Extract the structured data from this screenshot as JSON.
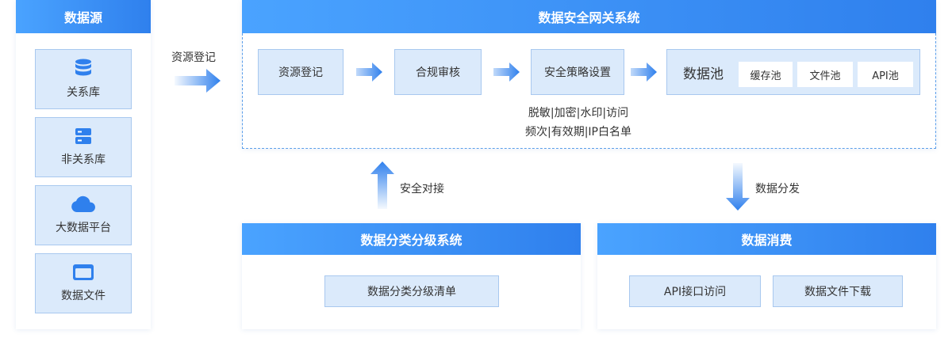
{
  "data_source": {
    "title": "数据源",
    "items": [
      {
        "label": "关系库",
        "icon": "database-icon"
      },
      {
        "label": "非关系库",
        "icon": "server-icon"
      },
      {
        "label": "大数据平台",
        "icon": "cloud-icon"
      },
      {
        "label": "数据文件",
        "icon": "folder-icon"
      }
    ]
  },
  "register_arrow_label": "资源登记",
  "gateway": {
    "title": "数据安全网关系统",
    "steps": [
      "资源登记",
      "合规审核",
      "安全策略设置"
    ],
    "policy_lines": [
      "脱敏|加密|水印|访问",
      "频次|有效期|IP白名单"
    ],
    "pool": {
      "label": "数据池",
      "subs": [
        "缓存池",
        "文件池",
        "API池"
      ]
    }
  },
  "security_link_label": "安全对接",
  "distribution_label": "数据分发",
  "classification": {
    "title": "数据分类分级系统",
    "item": "数据分类分级清单"
  },
  "consumption": {
    "title": "数据消费",
    "items": [
      "API接口访问",
      "数据文件下载"
    ]
  },
  "colors": {
    "header_start": "#4aa3ff",
    "header_end": "#2f80ed",
    "box_fill": "#dbeafb",
    "box_border": "#a8c8ef",
    "icon": "#2f80ed"
  }
}
